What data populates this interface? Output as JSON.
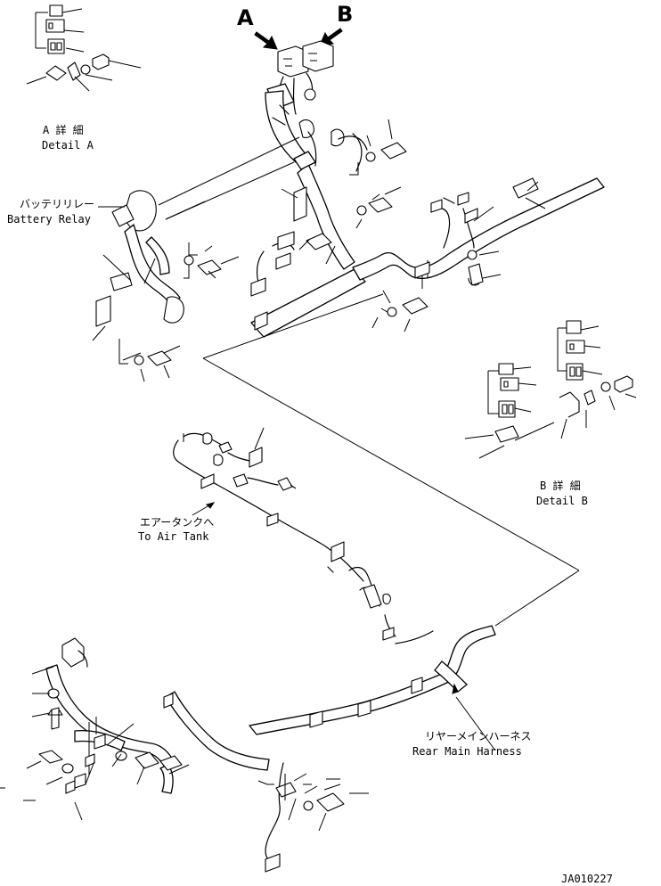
{
  "labels": {
    "view_a": "A",
    "view_b": "B",
    "detail_a_jp": "A 詳 細",
    "detail_a_en": "Detail A",
    "battery_relay_jp": "バッテリリレー",
    "battery_relay_en": "Battery Relay",
    "detail_b_jp": "B 詳 細",
    "detail_b_en": "Detail B",
    "air_tank_jp": "エアータンクへ",
    "air_tank_en": "To Air Tank",
    "rear_harness_jp": "リヤーメインハーネス",
    "rear_harness_en": "Rear Main Harness",
    "drawing_code": "JA010227"
  },
  "icons": [
    "view-arrow-a-icon",
    "view-arrow-b-icon"
  ]
}
